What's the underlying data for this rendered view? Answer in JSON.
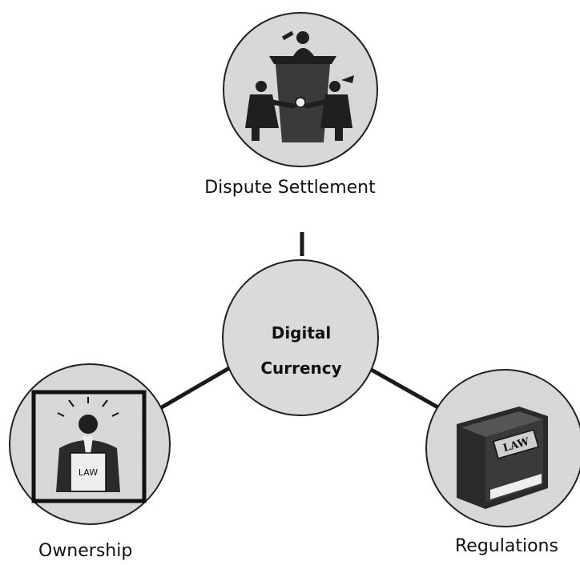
{
  "diagram": {
    "center": {
      "line1": "Digital",
      "line2": "Currency"
    },
    "nodes": {
      "top": {
        "label": "Dispute Settlement",
        "icon": "judge-gavel-icon"
      },
      "left": {
        "label": "Ownership",
        "icon": "law-ownership-icon"
      },
      "right": {
        "label": "Regulations",
        "icon": "law-book-icon"
      }
    }
  },
  "colors": {
    "circle_fill": "#d9d9d9",
    "stroke": "#1a1a1a",
    "line": "#1a1a1a"
  }
}
